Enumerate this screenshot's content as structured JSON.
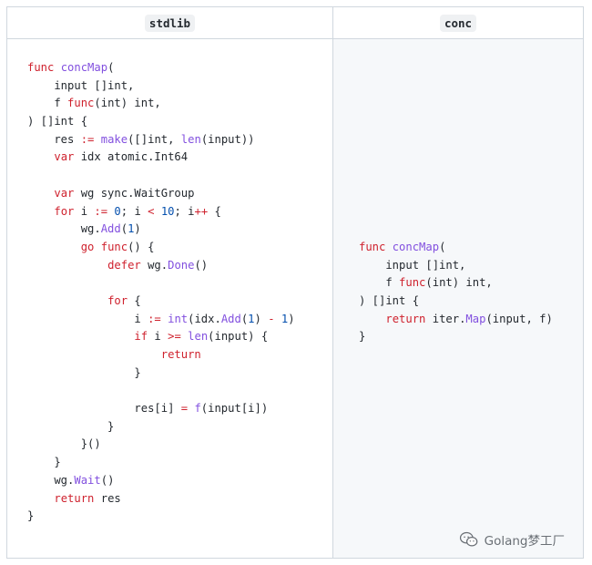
{
  "headers": {
    "left": "stdlib",
    "right": "conc"
  },
  "code": {
    "left": [
      [
        {
          "t": "func ",
          "c": "kw"
        },
        {
          "t": "concMap",
          "c": "fn"
        },
        {
          "t": "(",
          "c": ""
        }
      ],
      [
        {
          "t": "    input []int,",
          "c": ""
        }
      ],
      [
        {
          "t": "    f ",
          "c": ""
        },
        {
          "t": "func",
          "c": "kw"
        },
        {
          "t": "(int) int,",
          "c": ""
        }
      ],
      [
        {
          "t": ") []int {",
          "c": ""
        }
      ],
      [
        {
          "t": "    res ",
          "c": ""
        },
        {
          "t": ":=",
          "c": "op"
        },
        {
          "t": " ",
          "c": ""
        },
        {
          "t": "make",
          "c": "fn"
        },
        {
          "t": "([]int, ",
          "c": ""
        },
        {
          "t": "len",
          "c": "fn"
        },
        {
          "t": "(input))",
          "c": ""
        }
      ],
      [
        {
          "t": "    ",
          "c": ""
        },
        {
          "t": "var",
          "c": "kw"
        },
        {
          "t": " idx atomic.Int64",
          "c": ""
        }
      ],
      [
        {
          "t": "",
          "c": ""
        }
      ],
      [
        {
          "t": "    ",
          "c": ""
        },
        {
          "t": "var",
          "c": "kw"
        },
        {
          "t": " wg sync.WaitGroup",
          "c": ""
        }
      ],
      [
        {
          "t": "    ",
          "c": ""
        },
        {
          "t": "for",
          "c": "kw"
        },
        {
          "t": " i ",
          "c": ""
        },
        {
          "t": ":=",
          "c": "op"
        },
        {
          "t": " ",
          "c": ""
        },
        {
          "t": "0",
          "c": "num"
        },
        {
          "t": "; i ",
          "c": ""
        },
        {
          "t": "<",
          "c": "op"
        },
        {
          "t": " ",
          "c": ""
        },
        {
          "t": "10",
          "c": "num"
        },
        {
          "t": "; i",
          "c": ""
        },
        {
          "t": "++",
          "c": "op"
        },
        {
          "t": " {",
          "c": ""
        }
      ],
      [
        {
          "t": "        wg.",
          "c": ""
        },
        {
          "t": "Add",
          "c": "fn"
        },
        {
          "t": "(",
          "c": ""
        },
        {
          "t": "1",
          "c": "num"
        },
        {
          "t": ")",
          "c": ""
        }
      ],
      [
        {
          "t": "        ",
          "c": ""
        },
        {
          "t": "go",
          "c": "kw"
        },
        {
          "t": " ",
          "c": ""
        },
        {
          "t": "func",
          "c": "kw"
        },
        {
          "t": "() {",
          "c": ""
        }
      ],
      [
        {
          "t": "            ",
          "c": ""
        },
        {
          "t": "defer",
          "c": "kw"
        },
        {
          "t": " wg.",
          "c": ""
        },
        {
          "t": "Done",
          "c": "fn"
        },
        {
          "t": "()",
          "c": ""
        }
      ],
      [
        {
          "t": "",
          "c": ""
        }
      ],
      [
        {
          "t": "            ",
          "c": ""
        },
        {
          "t": "for",
          "c": "kw"
        },
        {
          "t": " {",
          "c": ""
        }
      ],
      [
        {
          "t": "                i ",
          "c": ""
        },
        {
          "t": ":=",
          "c": "op"
        },
        {
          "t": " ",
          "c": ""
        },
        {
          "t": "int",
          "c": "fn"
        },
        {
          "t": "(idx.",
          "c": ""
        },
        {
          "t": "Add",
          "c": "fn"
        },
        {
          "t": "(",
          "c": ""
        },
        {
          "t": "1",
          "c": "num"
        },
        {
          "t": ") ",
          "c": ""
        },
        {
          "t": "-",
          "c": "op"
        },
        {
          "t": " ",
          "c": ""
        },
        {
          "t": "1",
          "c": "num"
        },
        {
          "t": ")",
          "c": ""
        }
      ],
      [
        {
          "t": "                ",
          "c": ""
        },
        {
          "t": "if",
          "c": "kw"
        },
        {
          "t": " i ",
          "c": ""
        },
        {
          "t": ">=",
          "c": "op"
        },
        {
          "t": " ",
          "c": ""
        },
        {
          "t": "len",
          "c": "fn"
        },
        {
          "t": "(input) {",
          "c": ""
        }
      ],
      [
        {
          "t": "                    ",
          "c": ""
        },
        {
          "t": "return",
          "c": "kw"
        }
      ],
      [
        {
          "t": "                }",
          "c": ""
        }
      ],
      [
        {
          "t": "",
          "c": ""
        }
      ],
      [
        {
          "t": "                res[i] ",
          "c": ""
        },
        {
          "t": "=",
          "c": "op"
        },
        {
          "t": " ",
          "c": ""
        },
        {
          "t": "f",
          "c": "fn"
        },
        {
          "t": "(input[i])",
          "c": ""
        }
      ],
      [
        {
          "t": "            }",
          "c": ""
        }
      ],
      [
        {
          "t": "        }()",
          "c": ""
        }
      ],
      [
        {
          "t": "    }",
          "c": ""
        }
      ],
      [
        {
          "t": "    wg.",
          "c": ""
        },
        {
          "t": "Wait",
          "c": "fn"
        },
        {
          "t": "()",
          "c": ""
        }
      ],
      [
        {
          "t": "    ",
          "c": ""
        },
        {
          "t": "return",
          "c": "kw"
        },
        {
          "t": " res",
          "c": ""
        }
      ],
      [
        {
          "t": "}",
          "c": ""
        }
      ]
    ],
    "right": [
      [
        {
          "t": "func ",
          "c": "kw"
        },
        {
          "t": "concMap",
          "c": "fn"
        },
        {
          "t": "(",
          "c": ""
        }
      ],
      [
        {
          "t": "    input []int,",
          "c": ""
        }
      ],
      [
        {
          "t": "    f ",
          "c": ""
        },
        {
          "t": "func",
          "c": "kw"
        },
        {
          "t": "(int) int,",
          "c": ""
        }
      ],
      [
        {
          "t": ") []int {",
          "c": ""
        }
      ],
      [
        {
          "t": "    ",
          "c": ""
        },
        {
          "t": "return",
          "c": "kw"
        },
        {
          "t": " iter.",
          "c": ""
        },
        {
          "t": "Map",
          "c": "fn"
        },
        {
          "t": "(input, f)",
          "c": ""
        }
      ],
      [
        {
          "t": "}",
          "c": ""
        }
      ]
    ]
  },
  "watermark": {
    "text": "Golang梦工厂",
    "icon": "wechat-icon"
  }
}
